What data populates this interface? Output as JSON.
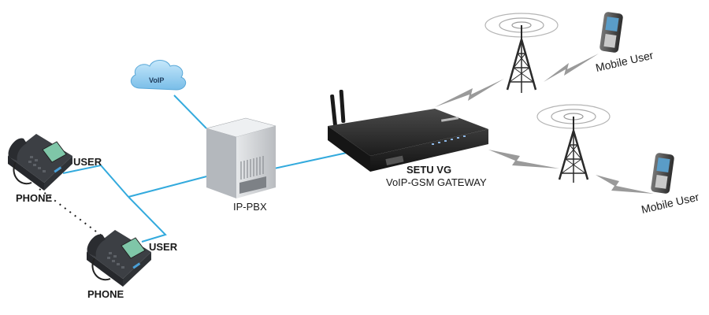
{
  "cloud": {
    "label": "VoIP"
  },
  "pbx": {
    "label": "IP-PBX"
  },
  "gateway": {
    "title": "SETU VG",
    "subtitle": "VoIP-GSM GATEWAY"
  },
  "phones": [
    {
      "phone_label": "PHONE",
      "user_label": "USER"
    },
    {
      "phone_label": "PHONE",
      "user_label": "USER"
    }
  ],
  "mobiles": [
    {
      "label": "Mobile User"
    },
    {
      "label": "Mobile User"
    }
  ],
  "colors": {
    "link_line": "#33aadd",
    "cloud_fill": "#9fd3f2",
    "gateway_body": "#2b2b2b",
    "pbx_body": "#c9ccd0",
    "phone_body": "#3c3f44",
    "phone_screen": "#7fc6a8",
    "tower": "#2a2a2a",
    "lightning": "#9a9a9a"
  }
}
